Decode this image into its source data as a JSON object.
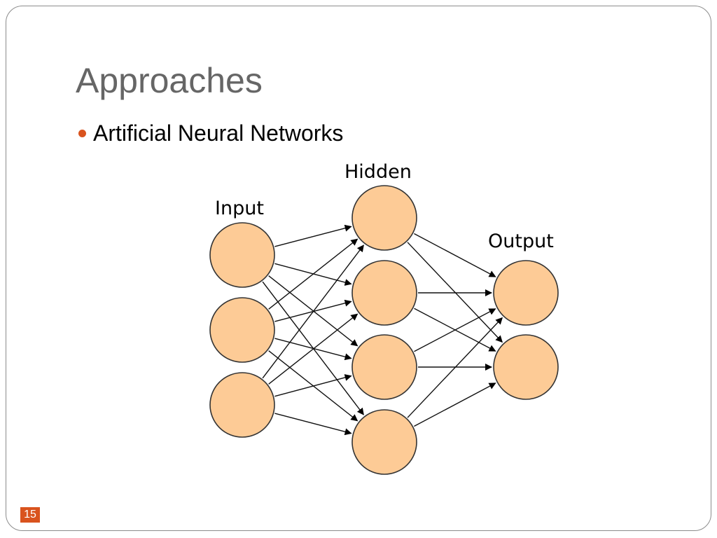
{
  "slide": {
    "title": "Approaches",
    "bullet": "Artificial Neural Networks",
    "number": "15"
  },
  "colors": {
    "accent": "#d9531e",
    "node_fill": "#fdcb96",
    "title_text": "#666666"
  },
  "diagram": {
    "layers": [
      {
        "id": "input",
        "label": "Input",
        "node_count": 3
      },
      {
        "id": "hidden",
        "label": "Hidden",
        "node_count": 4
      },
      {
        "id": "output",
        "label": "Output",
        "node_count": 2
      }
    ],
    "connections": "fully-connected",
    "arrow_style": "filled-arrowhead"
  }
}
